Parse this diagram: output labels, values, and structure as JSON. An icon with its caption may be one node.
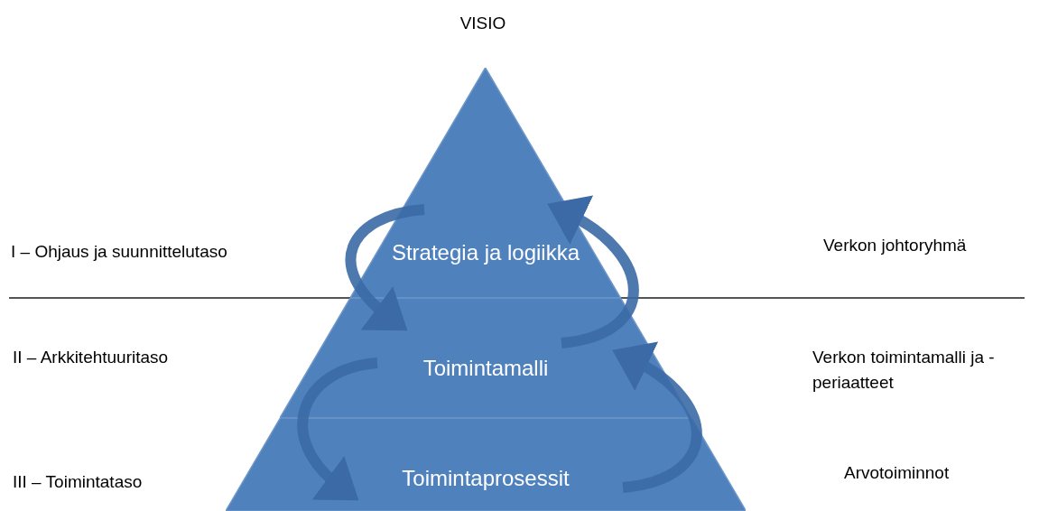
{
  "diagram": {
    "nodes": [
      {
        "text": [
          "Strategia ja logiikka"
        ]
      },
      {
        "text": [
          "Toimintamalli"
        ]
      },
      {
        "text": [
          "Toimintaprosessit"
        ]
      }
    ],
    "edges": [
      {
        "from": 0,
        "to": 1,
        "arrow": "to"
      },
      {
        "from": 1,
        "to": 0,
        "arrow": "to"
      },
      {
        "from": 1,
        "to": 2,
        "arrow": "to"
      },
      {
        "from": 2,
        "to": 1,
        "arrow": "to"
      }
    ],
    "labels": [
      "VISIO",
      "I – Ohjaus ja suunnittelutaso",
      "Verkon johtoryhmä",
      "II – Arkkitehtuuritaso",
      "Verkon toimintamalli ja -periaatteet",
      "III – Toimintataso",
      "Arvotoiminnot"
    ]
  }
}
